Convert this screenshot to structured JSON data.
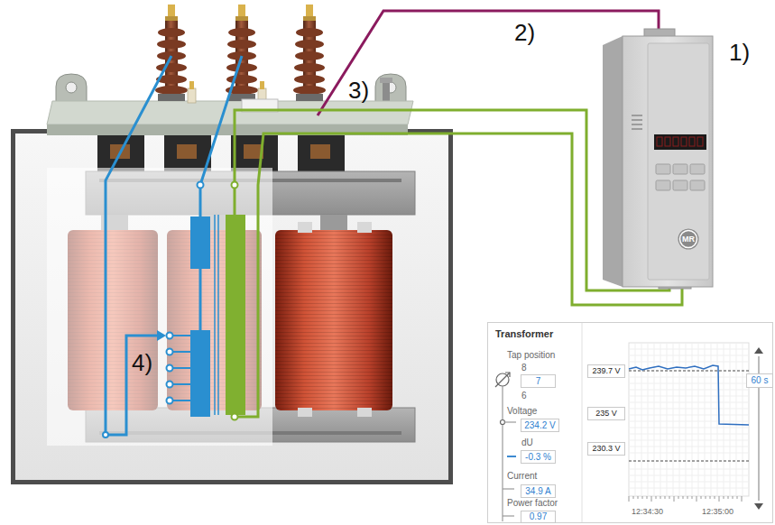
{
  "diagram": {
    "nodes": [
      {
        "text": [
          "MR"
        ]
      },
      {
        "text": [
          "Transformer"
        ]
      },
      {
        "text": [
          "7"
        ],
        "in": 1
      },
      {
        "text": [
          "234.2 V"
        ],
        "in": 1
      },
      {
        "text": [
          "-0.3 %"
        ],
        "in": 1
      },
      {
        "text": [
          "34.9 A"
        ],
        "in": 1
      },
      {
        "text": [
          "0.97"
        ],
        "in": 1
      },
      {
        "text": [
          "239.7 V"
        ],
        "in": 1
      },
      {
        "text": [
          "235 V"
        ],
        "in": 1
      },
      {
        "text": [
          "230.3 V"
        ],
        "in": 1
      },
      {
        "text": [
          "60 s"
        ],
        "in": 1
      }
    ],
    "labels": [
      "1)",
      "2)",
      "3)",
      "4)",
      "Tap position",
      "8",
      "6",
      "Voltage",
      "dU",
      "Current",
      "Power factor",
      "12:34:30",
      "12:35:00"
    ]
  }
}
